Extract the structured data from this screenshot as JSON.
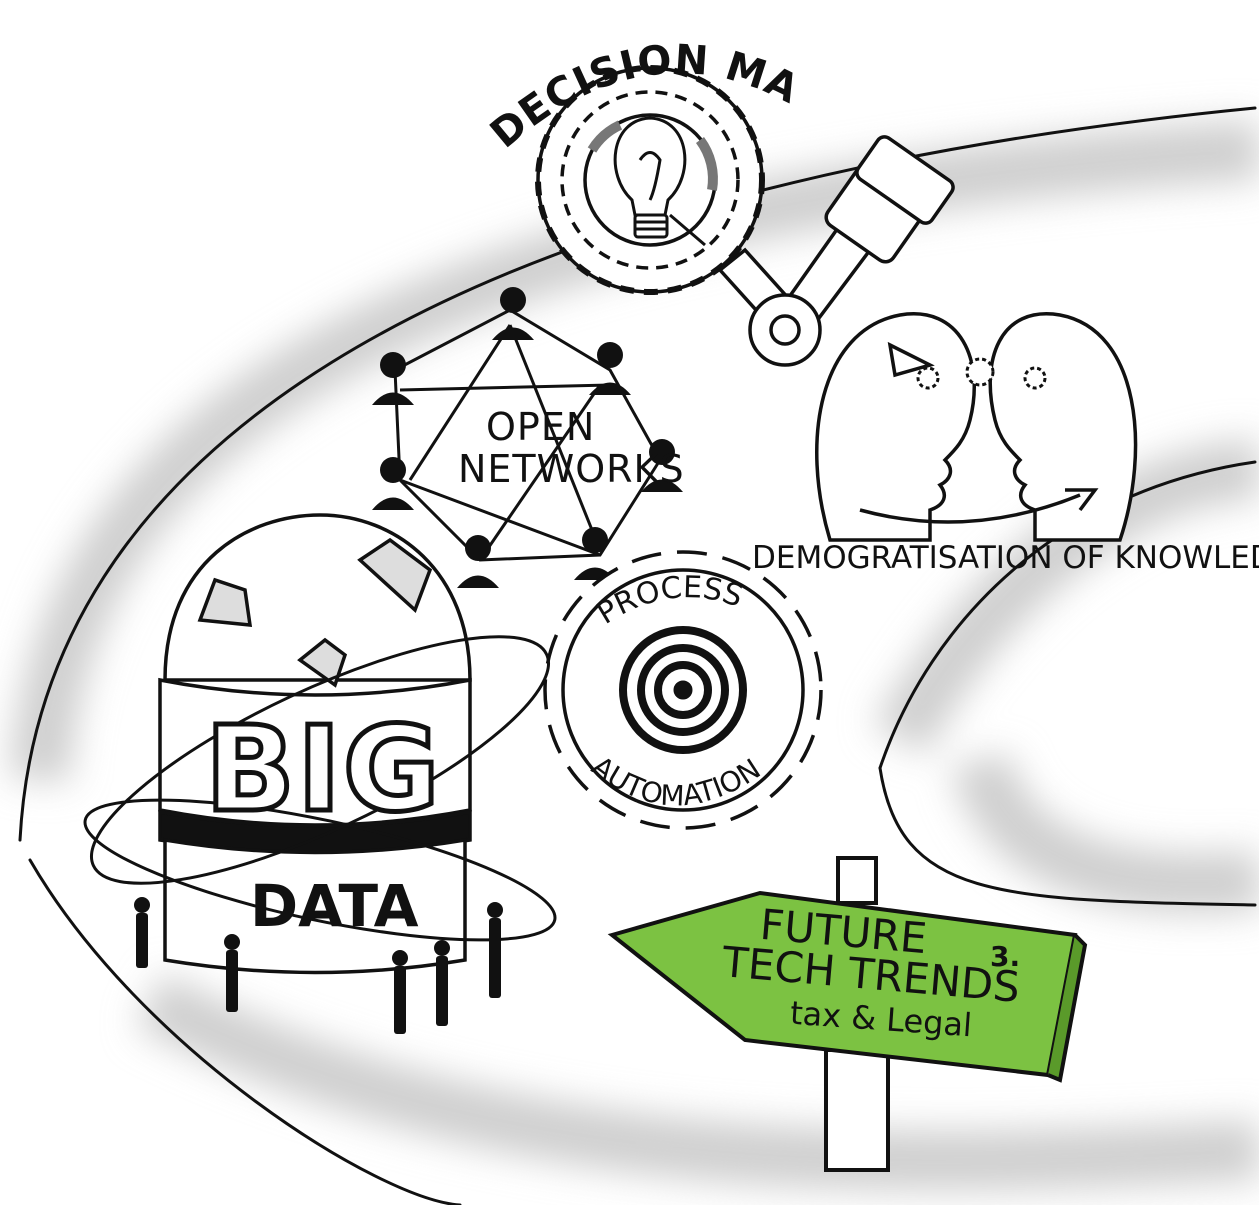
{
  "labels": {
    "decision_making": "DECISION MAKING",
    "open": "OPEN",
    "networks": "NETWORKS",
    "democratisation": "DEMOGRATISATION OF KNOWLEDGE",
    "process": "PROCESS",
    "automation": "AUTOMATION",
    "big": "BIG",
    "data": "DATA"
  },
  "signpost": {
    "line1": "FUTURE",
    "line2": "TECH TRENDS",
    "line3": "tax & Legal",
    "number": "3.",
    "color": "#7cc242"
  },
  "colors": {
    "road_shadow": "#d9d9d9",
    "ink": "#111111"
  }
}
